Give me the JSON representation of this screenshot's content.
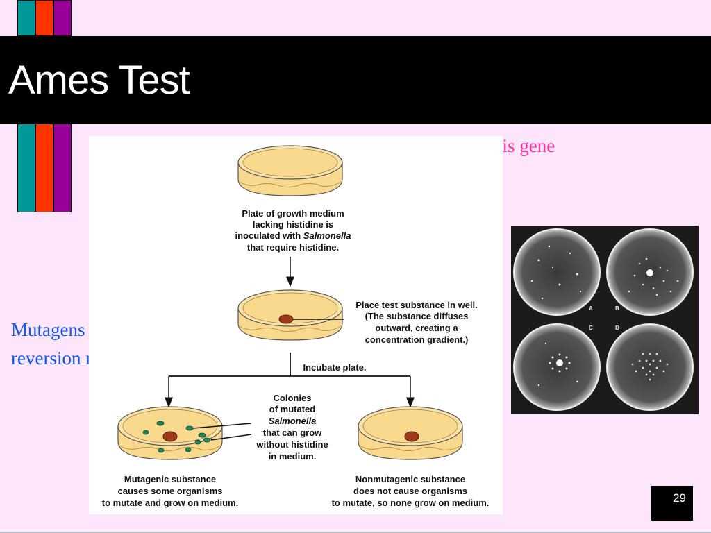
{
  "slide": {
    "title": "Ames Test",
    "note_top": "Start with a mutant his gene",
    "note_left": "Mutagens lead to reversion mutation",
    "page_number": "29",
    "colors": {
      "background": "#fde6fb",
      "teal": "#00999a",
      "red": "#ff3300",
      "purple": "#990099",
      "note_top": "#ff3399",
      "note_left": "#1155ee"
    }
  },
  "diagram": {
    "step1": [
      "Plate of growth medium",
      "lacking histidine is",
      "inoculated with",
      "Salmonella",
      "that require histidine."
    ],
    "step2": [
      "Place test substance in well.",
      "(The substance diffuses",
      "outward, creating a",
      "concentration gradient.)"
    ],
    "incubate": "Incubate plate.",
    "colonies": [
      "Colonies",
      "of mutated",
      "Salmonella",
      "that can grow",
      "without histidine",
      "in medium."
    ],
    "mutagenic": [
      "Mutagenic substance",
      "causes some organisms",
      "to mutate and grow on medium."
    ],
    "nonmutagenic": [
      "Nonmutagenic substance",
      "does not cause organisms",
      "to mutate, so none grow on medium."
    ]
  },
  "photo": {
    "plate_labels": [
      "A",
      "B",
      "C",
      "D"
    ]
  }
}
